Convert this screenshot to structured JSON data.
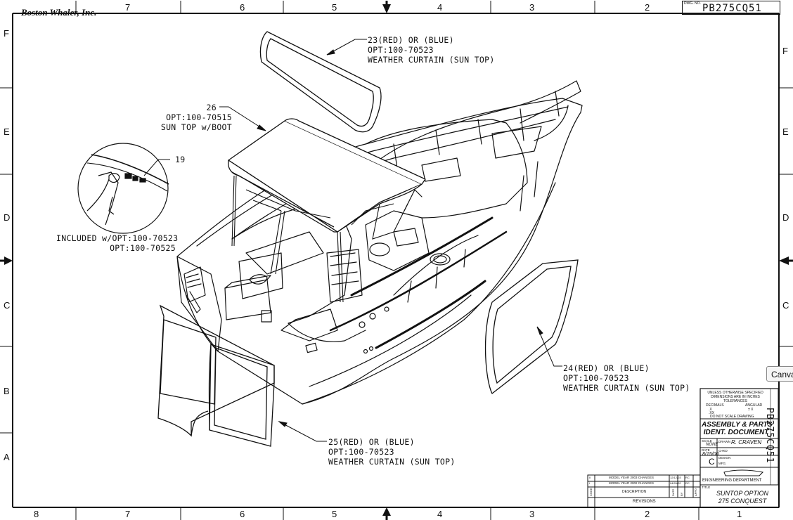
{
  "company": "Boston Whaler, Inc.",
  "drawing_number_key": "DWG. NO.",
  "drawing_number": "PB275CQ51",
  "zones": {
    "top": [
      "7",
      "6",
      "5",
      "4",
      "3",
      "2"
    ],
    "bottom": [
      "8",
      "7",
      "6",
      "5",
      "4",
      "3",
      "2",
      "1"
    ],
    "left": [
      "F",
      "E",
      "D",
      "C",
      "B",
      "A"
    ],
    "right": [
      "F",
      "E",
      "D",
      "C"
    ]
  },
  "callouts": {
    "c23": [
      "23(RED) OR (BLUE)",
      "OPT:100-70523",
      "WEATHER CURTAIN (SUN TOP)"
    ],
    "c26": [
      "26",
      "OPT:100-70515",
      "SUN TOP w/BOOT"
    ],
    "c19": "19",
    "included": [
      "INCLUDED w/OPT:100-70523",
      "OPT:100-70525"
    ],
    "c24": [
      "24(RED) OR (BLUE)",
      "OPT:100-70523",
      "WEATHER CURTAIN (SUN TOP)"
    ],
    "c25": [
      "25(RED) OR (BLUE)",
      "OPT:100-70523",
      "WEATHER CURTAIN (SUN TOP)"
    ]
  },
  "title_block": {
    "tolerance_note": [
      "UNLESS OTHERWISE SPECIFIED",
      "DIMENSIONS ARE IN INCHES",
      "TOLERANCES"
    ],
    "decimals_label": "DECIMALS",
    "angular_label": "ANGULAR",
    "decimals": [
      ".X",
      ".XX"
    ],
    "angular": "± X",
    "do_not_scale": "DO NOT SCALE DRAWING",
    "doc_title": [
      "ASSEMBLY & PARTS",
      "IDENT. DOCUMENT"
    ],
    "scale_label": "SCALE",
    "scale_value": "NONE",
    "drawn_label": "DRAWN",
    "drawn_value": "R. CRAVEN",
    "chkd_label": "CHKD",
    "date_label": "DATE",
    "date_value": "8/15/00",
    "design_label": "DESIGN",
    "size_value": "C",
    "mfg_label": "MFG.",
    "engineering": "ENGINEERING DEPARTMENT",
    "title_label": "TITLE",
    "title_lines": [
      "SUNTOP OPTION",
      "275 CONQUEST"
    ],
    "vertical_number": "PB275CQ51"
  },
  "revisions": {
    "rows": [
      {
        "rev": "II",
        "desc": "MODEL YEAR 2003 CHANGES",
        "date": "12/12/03",
        "by": "RC"
      },
      {
        "rev": "I",
        "desc": "MODEL YEAR 2002 CHANGES",
        "date": "04/26/02",
        "by": "RC"
      }
    ],
    "header": {
      "code": "CODE",
      "desc": "DESCRIPTION",
      "date": "DATE",
      "by": "BY",
      "appd": "APPD"
    },
    "footer": "REVISIONS"
  },
  "tooltip": "Canva"
}
